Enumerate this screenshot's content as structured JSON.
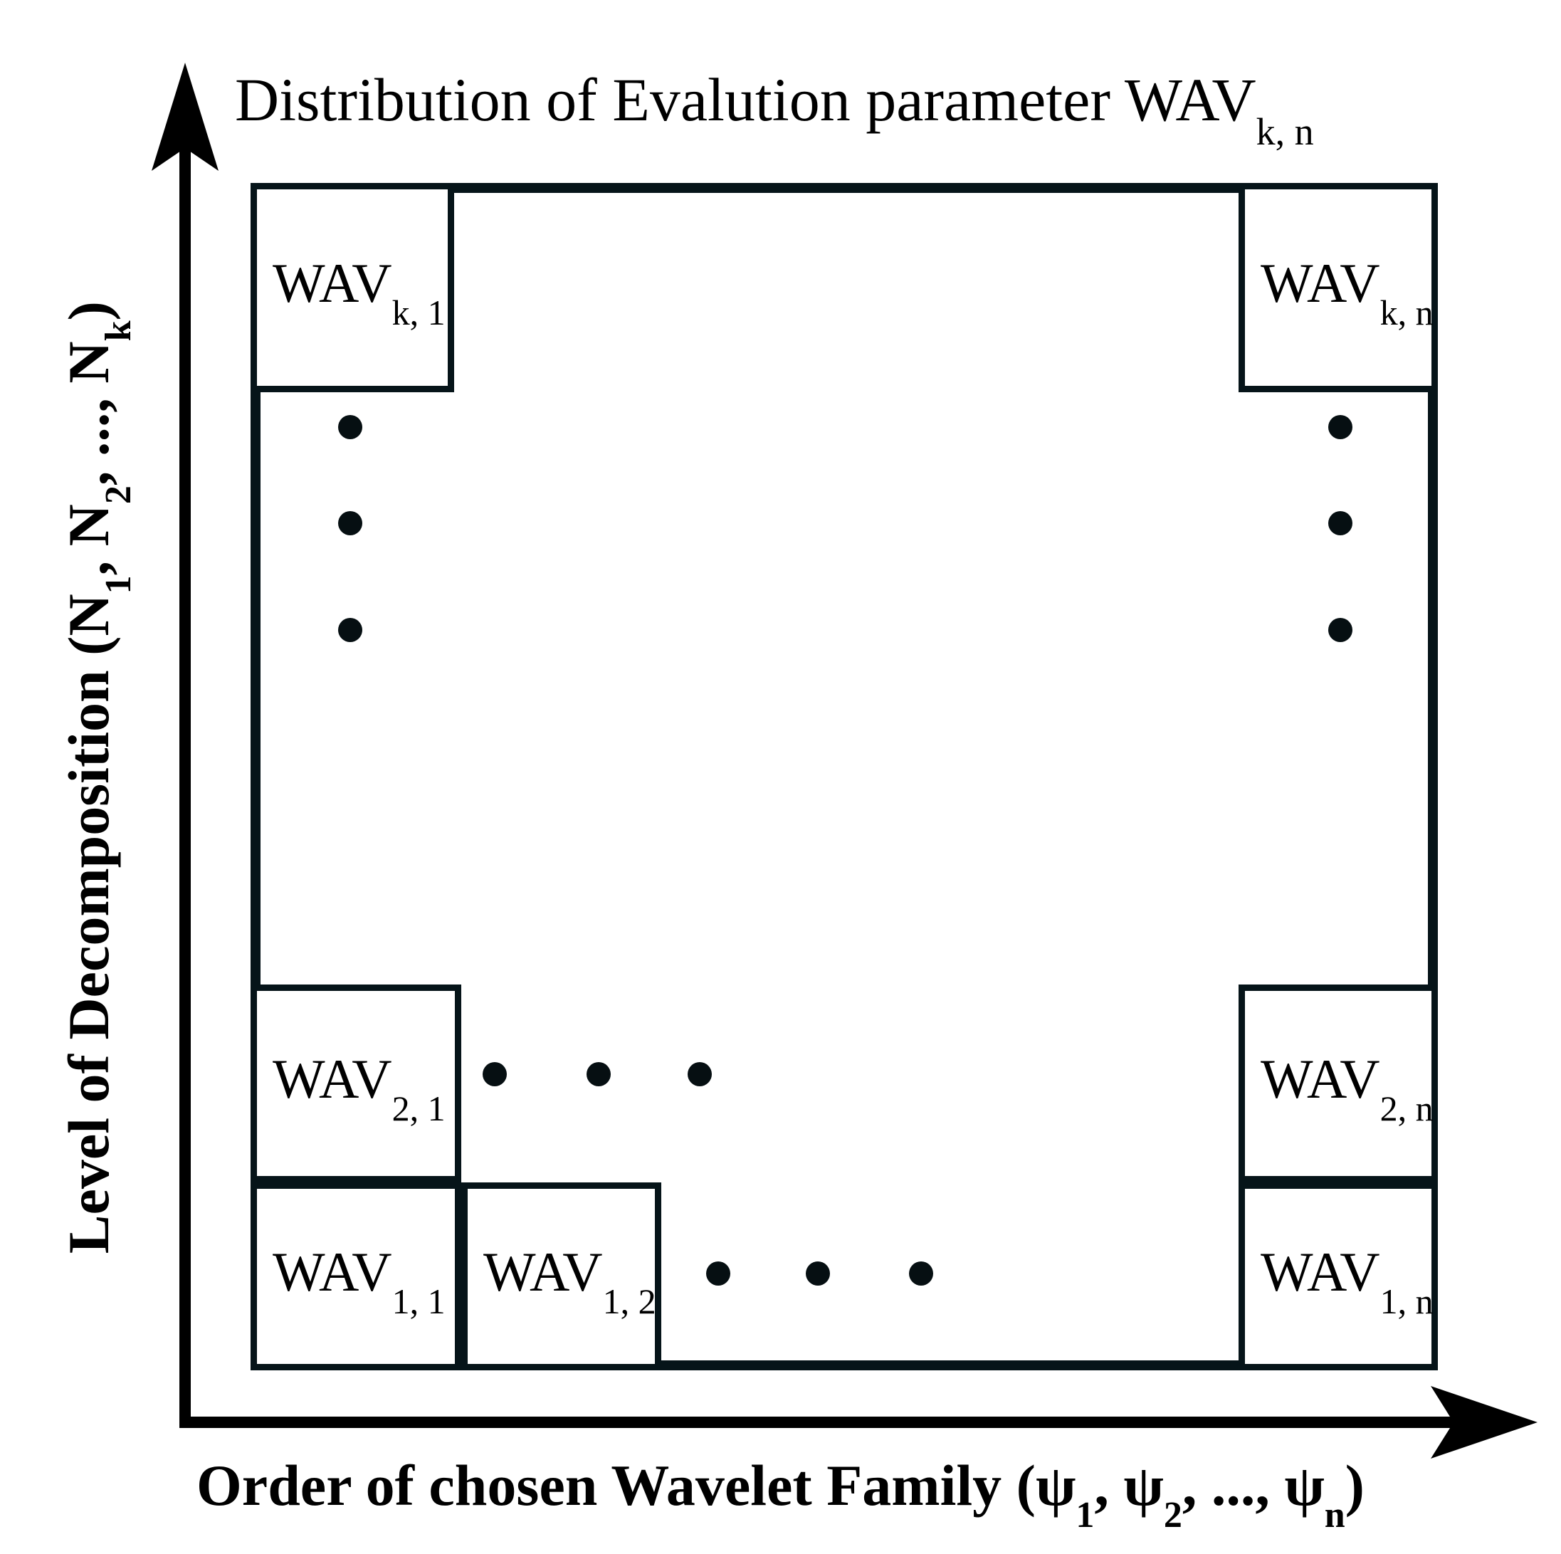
{
  "chart_data": {
    "type": "diagram",
    "title": "Distribution of Evalution parameter WAV",
    "title_subscript": "k, n",
    "xlabel": "Order of chosen Wavelet Family (ψ",
    "ylabel": "Level of Decomposition (N",
    "grid": false,
    "legend": null,
    "x_axis": {
      "label_main": "Order of chosen Wavelet Family (",
      "items": [
        "ψ₁",
        "ψ₂",
        "...",
        "ψₙ"
      ],
      "label_full": "Order of chosen Wavelet Family (ψ₁, ψ₂, ..., ψₙ)",
      "arrow": "right"
    },
    "y_axis": {
      "label_main": "Level of Decomposition (",
      "items": [
        "N₁",
        "N₂",
        "...",
        "Nₖ"
      ],
      "label_full": "Level of Decomposition (N₁, N₂, ..., Nₖ)",
      "arrow": "up"
    },
    "cells": [
      {
        "id": "k1",
        "base": "WAV",
        "sub": "k, 1",
        "row": "k",
        "col": "1"
      },
      {
        "id": "kn",
        "base": "WAV",
        "sub": "k, n",
        "row": "k",
        "col": "n"
      },
      {
        "id": "21",
        "base": "WAV",
        "sub": "2, 1",
        "row": "2",
        "col": "1"
      },
      {
        "id": "2n",
        "base": "WAV",
        "sub": "2, n",
        "row": "2",
        "col": "n"
      },
      {
        "id": "11",
        "base": "WAV",
        "sub": "1, 1",
        "row": "1",
        "col": "1"
      },
      {
        "id": "12",
        "base": "WAV",
        "sub": "1, 2",
        "row": "1",
        "col": "2"
      },
      {
        "id": "1n",
        "base": "WAV",
        "sub": "1, n",
        "row": "1",
        "col": "n"
      }
    ],
    "ellipses": [
      {
        "id": "left-vertical",
        "orientation": "vertical",
        "count": 3
      },
      {
        "id": "right-vertical",
        "orientation": "vertical",
        "count": 3
      },
      {
        "id": "row2-horizontal",
        "orientation": "horizontal",
        "count": 3
      },
      {
        "id": "row1-horizontal",
        "orientation": "horizontal",
        "count": 3
      }
    ],
    "colors": {
      "stroke": "#061419",
      "dot": "#060f12",
      "axis": "#000000",
      "background": "#ffffff"
    }
  },
  "title": {
    "text": "Distribution of Evalution parameter WAV",
    "subscript": "k, n"
  },
  "axes": {
    "y": {
      "text_before": "Level of Decomposition (N",
      "sub1": "1",
      "mid1": ", N",
      "sub2": "2",
      "mid2": ", ..., N",
      "sub3": "k",
      "text_after": ")"
    },
    "x": {
      "text_before": "Order of chosen Wavelet Family (ψ",
      "sub1": "1",
      "mid1": ", ψ",
      "sub2": "2",
      "mid2": ", ..., ψ",
      "sub3": "n",
      "text_after": ")"
    }
  },
  "cells": {
    "k1": {
      "base": "WAV",
      "sub": "k, 1"
    },
    "kn": {
      "base": "WAV",
      "sub": "k, n"
    },
    "c21": {
      "base": "WAV",
      "sub": "2, 1"
    },
    "c2n": {
      "base": "WAV",
      "sub": "2, n"
    },
    "c11": {
      "base": "WAV",
      "sub": "1, 1"
    },
    "c12": {
      "base": "WAV",
      "sub": "1, 2"
    },
    "c1n": {
      "base": "WAV",
      "sub": "1, n"
    }
  }
}
